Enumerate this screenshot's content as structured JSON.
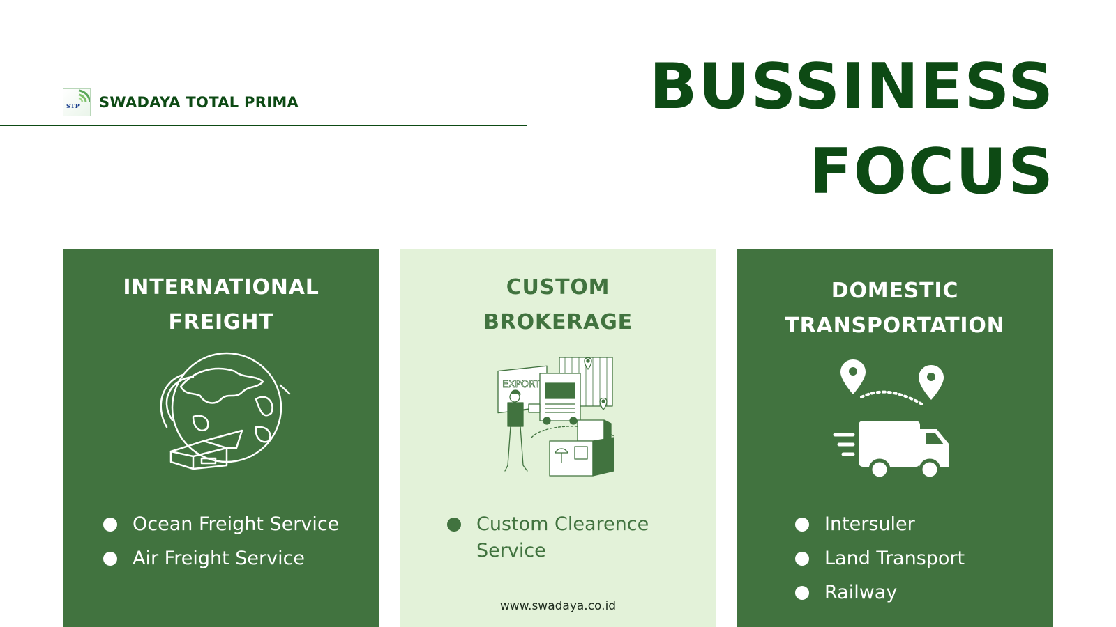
{
  "header": {
    "logo_text": "STP",
    "brand_name": "SWADAYA TOTAL PRIMA"
  },
  "title": {
    "line1": "BUSSINESS",
    "line2": "FOCUS"
  },
  "cards": [
    {
      "title_line1": "INTERNATIONAL",
      "title_line2": "FREIGHT",
      "icon": "globe-with-box-icon",
      "items": [
        "Ocean Freight Service",
        "Air Freight Service"
      ]
    },
    {
      "title_line1": "CUSTOM",
      "title_line2": "BROKERAGE",
      "icon": "export-logistics-illustration",
      "illustration_label": "EXPORT",
      "items": [
        "Custom Clearence Service"
      ]
    },
    {
      "title_line1": "DOMESTIC",
      "title_line2": "TRANSPORTATION",
      "icon": "truck-route-icon",
      "items": [
        "Intersuler",
        "Land Transport",
        "Railway"
      ]
    }
  ],
  "footer": {
    "url": "www.swadaya.co.id"
  },
  "colors": {
    "dark_green": "#0d4a14",
    "card_green": "#41733f",
    "card_light": "#e3f2d9"
  }
}
